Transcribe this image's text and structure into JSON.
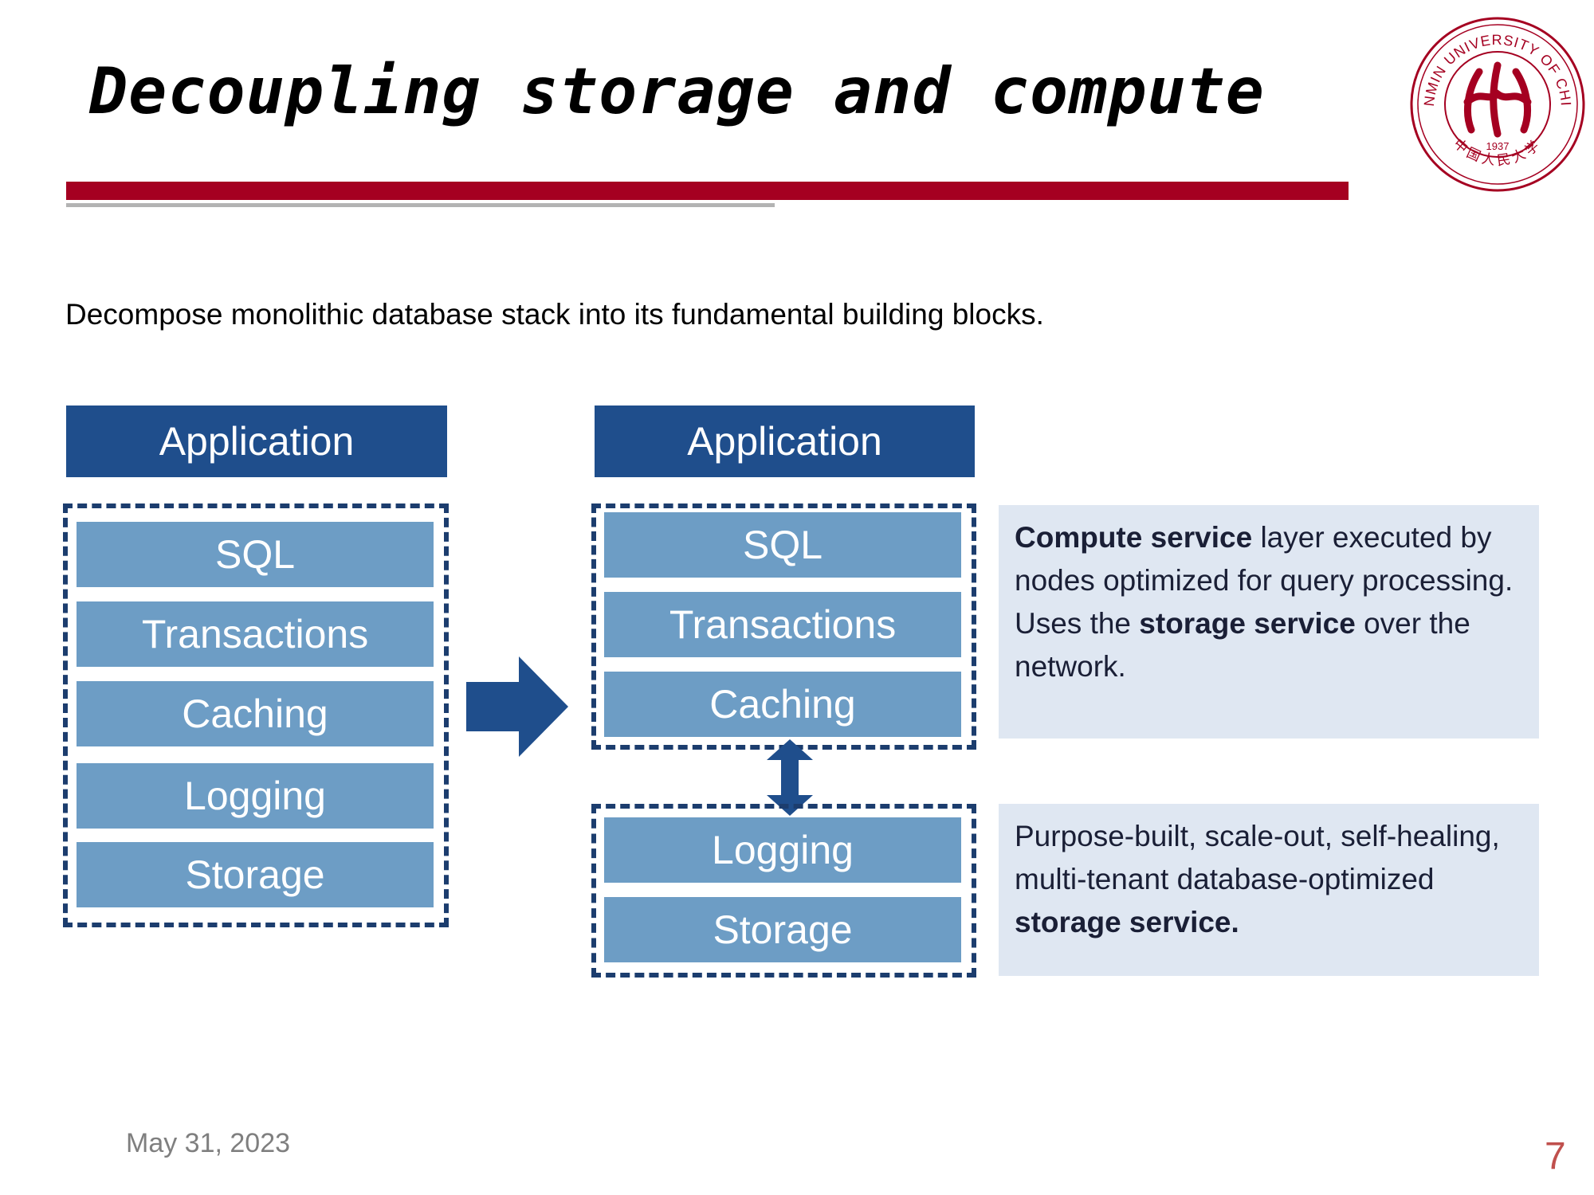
{
  "slide": {
    "title": "Decoupling storage and compute",
    "subtitle": "Decompose monolithic database stack into its fundamental building blocks.",
    "date": "May 31, 2023",
    "page_number": "7",
    "logo": {
      "text_top": "RENMIN UNIVERSITY OF CHINA",
      "year": "1937",
      "text_bottom": "中国人民大学",
      "color": "#a50021"
    }
  },
  "diagram": {
    "left_stack": {
      "application": "Application",
      "layers": [
        "SQL",
        "Transactions",
        "Caching",
        "Logging",
        "Storage"
      ]
    },
    "right_stack": {
      "application": "Application",
      "compute_layers": [
        "SQL",
        "Transactions",
        "Caching"
      ],
      "storage_layers": [
        "Logging",
        "Storage"
      ]
    },
    "compute_note": {
      "p1": "Compute service",
      "p2": " layer executed by nodes optimized for query processing.",
      "p3": "Uses the ",
      "p4": "storage service",
      "p5": " over the network."
    },
    "storage_note": {
      "p1": "Purpose-built, scale-out, self-healing, multi-tenant database-optimized ",
      "p2": "storage service."
    },
    "colors": {
      "application": "#1f4e8c",
      "layer": "#6d9dc5",
      "arrow": "#1f4e8c",
      "note_bg": "#dfe7f2",
      "accent_bar": "#a50021"
    }
  }
}
